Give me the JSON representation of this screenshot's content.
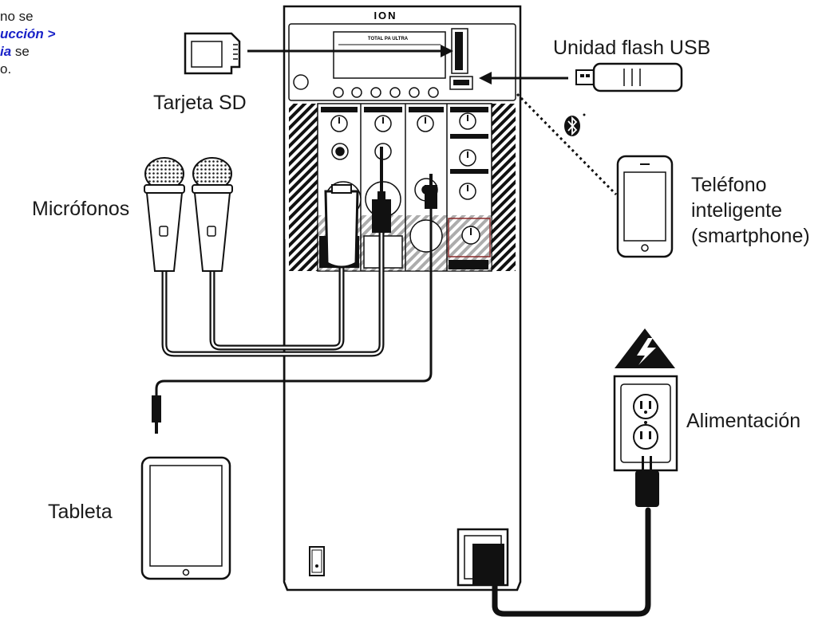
{
  "intro_fragment": {
    "line1": "no se",
    "line2_link": "ucción",
    "line2_sym": " >",
    "line3_link": "ia",
    "line3_rest": " se",
    "line4": "o."
  },
  "labels": {
    "sd_card": "Tarjeta SD",
    "usb_flash": "Unidad flash USB",
    "microphones": "Micrófonos",
    "phone_line1": "Teléfono",
    "phone_line2": "inteligente",
    "phone_line3": "(smartphone)",
    "power": "Alimentación",
    "tablet": "Tableta"
  },
  "speaker": {
    "brand": "ION",
    "model": "TOTAL PA ULTRA"
  },
  "colors": {
    "ink": "#111111",
    "link": "#1a23c8",
    "background": "#ffffff"
  },
  "icons": [
    "sd-card-icon",
    "usb-flash-drive-icon",
    "bluetooth-icon",
    "smartphone-icon",
    "microphone-icon",
    "tablet-icon",
    "power-outlet-icon",
    "high-voltage-icon",
    "power-plug-icon"
  ]
}
